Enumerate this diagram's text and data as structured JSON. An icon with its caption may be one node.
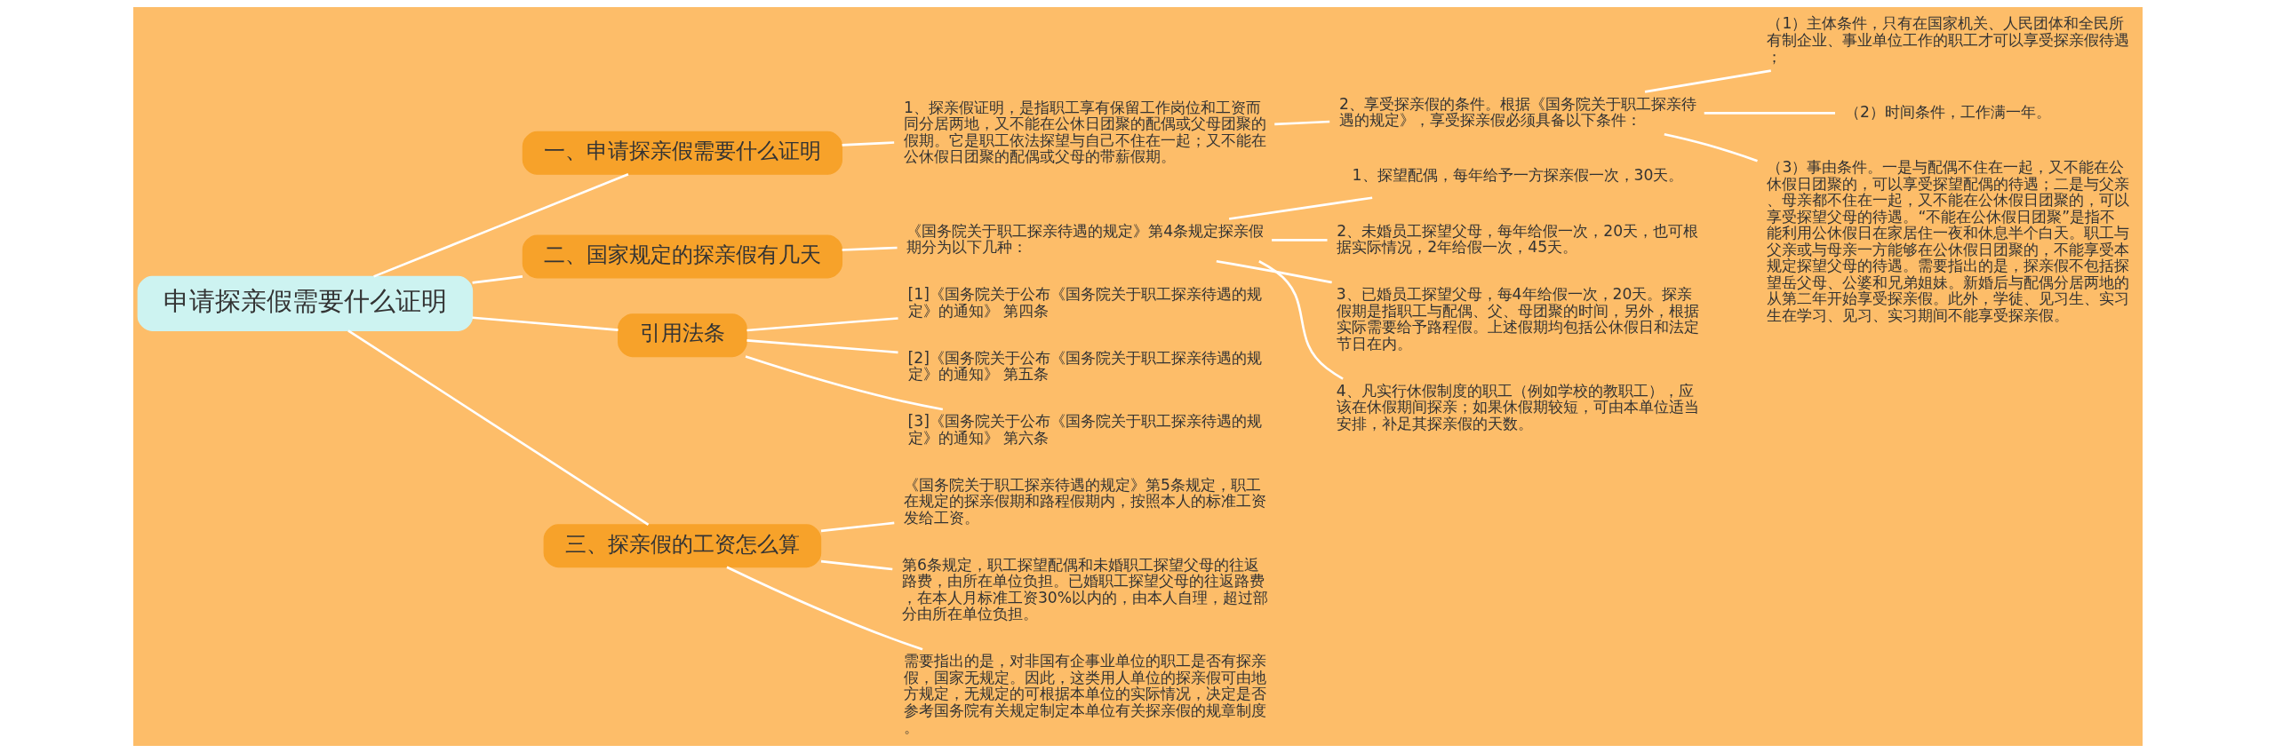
{
  "diagram": {
    "nodes": [
      {
        "text": [
          "申请探亲假需要什么证明"
        ]
      },
      {
        "text": [
          "一、申请探亲假需要什么证明"
        ]
      },
      {
        "text": [
          "1、探亲假证明，是指职工享有保留工作岗位和工资而同分居两地，又不能在公休日团聚的配偶或父母团聚的假期。它是职工依法探望与自己不住在一起；又不能在公休假日团聚的配偶或父母的带薪假期。"
        ]
      },
      {
        "text": [
          "2、享受探亲假的条件。根据《国务院关于职工探亲待遇的规定》，享受探亲假必须具备以下条件："
        ]
      },
      {
        "text": [
          "（1）主体条件，只有在国家机关、人民团体和全民所有制企业、事业单位工作的职工才可以享受探亲假待遇；"
        ]
      },
      {
        "text": [
          "（2）时间条件，工作满一年。"
        ]
      },
      {
        "text": [
          "（3）事由条件。一是与配偶不住在一起，又不能在公休假日团聚的，可以享受探望配偶的待遇；二是与父亲、母亲都不住在一起，又不能在公休假日团聚的，可以享受探望父母的待遇。“不能在公休假日团聚”是指不能利用公休假日在家居住一夜和休息半个白天。职工与父亲或与母亲一方能够在公休假日团聚的，不能享受本规定探望父母的待遇。需要指出的是，探亲假不包括探望岳父母、公婆和兄弟姐妹。新婚后与配偶分居两地的从第二年开始享受探亲假。此外，学徒、见习生、实习生在学习、见习、实习期间不能享受探亲假。"
        ]
      },
      {
        "text": [
          "二、国家规定的探亲假有几天"
        ]
      },
      {
        "text": [
          "《国务院关于职工探亲待遇的规定》第4条规定探亲假期分为以下几种："
        ]
      },
      {
        "text": [
          "1、探望配偶，每年给予一方探亲假一次，30天。"
        ]
      },
      {
        "text": [
          "2、未婚员工探望父母，每年给假一次，20天，也可根据实际情况，2年给假一次，45天。"
        ]
      },
      {
        "text": [
          "3、已婚员工探望父母，每4年给假一次，20天。探亲假期是指职工与配偶、父、母团聚的时间，另外，根据实际需要给予路程假。上述假期均包括公休假日和法定节日在内。"
        ]
      },
      {
        "text": [
          "4、凡实行休假制度的职工（例如学校的教职工），应该在休假期间探亲；如果休假期较短，可由本单位适当安排，补足其探亲假的天数。"
        ]
      },
      {
        "text": [
          "引用法条"
        ]
      },
      {
        "text": [
          "[1]《国务院关于公布《国务院关于职工探亲待遇的规定》的通知》 第四条"
        ]
      },
      {
        "text": [
          "[2]《国务院关于公布《国务院关于职工探亲待遇的规定》的通知》 第五条"
        ]
      },
      {
        "text": [
          "[3]《国务院关于公布《国务院关于职工探亲待遇的规定》的通知》 第六条"
        ]
      },
      {
        "text": [
          "三、探亲假的工资怎么算"
        ]
      },
      {
        "text": [
          "《国务院关于职工探亲待遇的规定》第5条规定，职工在规定的探亲假期和路程假期内，按照本人的标准工资发给工资。"
        ]
      },
      {
        "text": [
          "第6条规定，职工探望配偶和未婚职工探望父母的往返路费，由所在单位负担。已婚职工探望父母的往返路费，在本人月标准工资30%以内的，由本人自理，超过部分由所在单位负担。"
        ]
      },
      {
        "text": [
          "需要指出的是，对非国有企事业单位的职工是否有探亲假，国家无规定。因此，这类用人单位的探亲假可由地方规定，无规定的可根据本单位的实际情况，决定是否参考国务院有关规定制定本单位有关探亲假的规章制度。"
        ]
      }
    ],
    "edges": [
      {
        "from": 0,
        "to": 1,
        "arrow": "none"
      },
      {
        "from": 1,
        "to": 2,
        "arrow": "none"
      },
      {
        "from": 2,
        "to": 3,
        "arrow": "none"
      },
      {
        "from": 3,
        "to": 4,
        "arrow": "none"
      },
      {
        "from": 3,
        "to": 5,
        "arrow": "none"
      },
      {
        "from": 3,
        "to": 6,
        "arrow": "none"
      },
      {
        "from": 0,
        "to": 7,
        "arrow": "none"
      },
      {
        "from": 7,
        "to": 8,
        "arrow": "none"
      },
      {
        "from": 8,
        "to": 9,
        "arrow": "none"
      },
      {
        "from": 8,
        "to": 10,
        "arrow": "none"
      },
      {
        "from": 8,
        "to": 11,
        "arrow": "none"
      },
      {
        "from": 8,
        "to": 12,
        "arrow": "none"
      },
      {
        "from": 0,
        "to": 13,
        "arrow": "none"
      },
      {
        "from": 13,
        "to": 14,
        "arrow": "none"
      },
      {
        "from": 13,
        "to": 15,
        "arrow": "none"
      },
      {
        "from": 13,
        "to": 16,
        "arrow": "none"
      },
      {
        "from": 0,
        "to": 17,
        "arrow": "none"
      },
      {
        "from": 17,
        "to": 18,
        "arrow": "none"
      },
      {
        "from": 17,
        "to": 19,
        "arrow": "none"
      },
      {
        "from": 17,
        "to": 20,
        "arrow": "none"
      }
    ]
  }
}
